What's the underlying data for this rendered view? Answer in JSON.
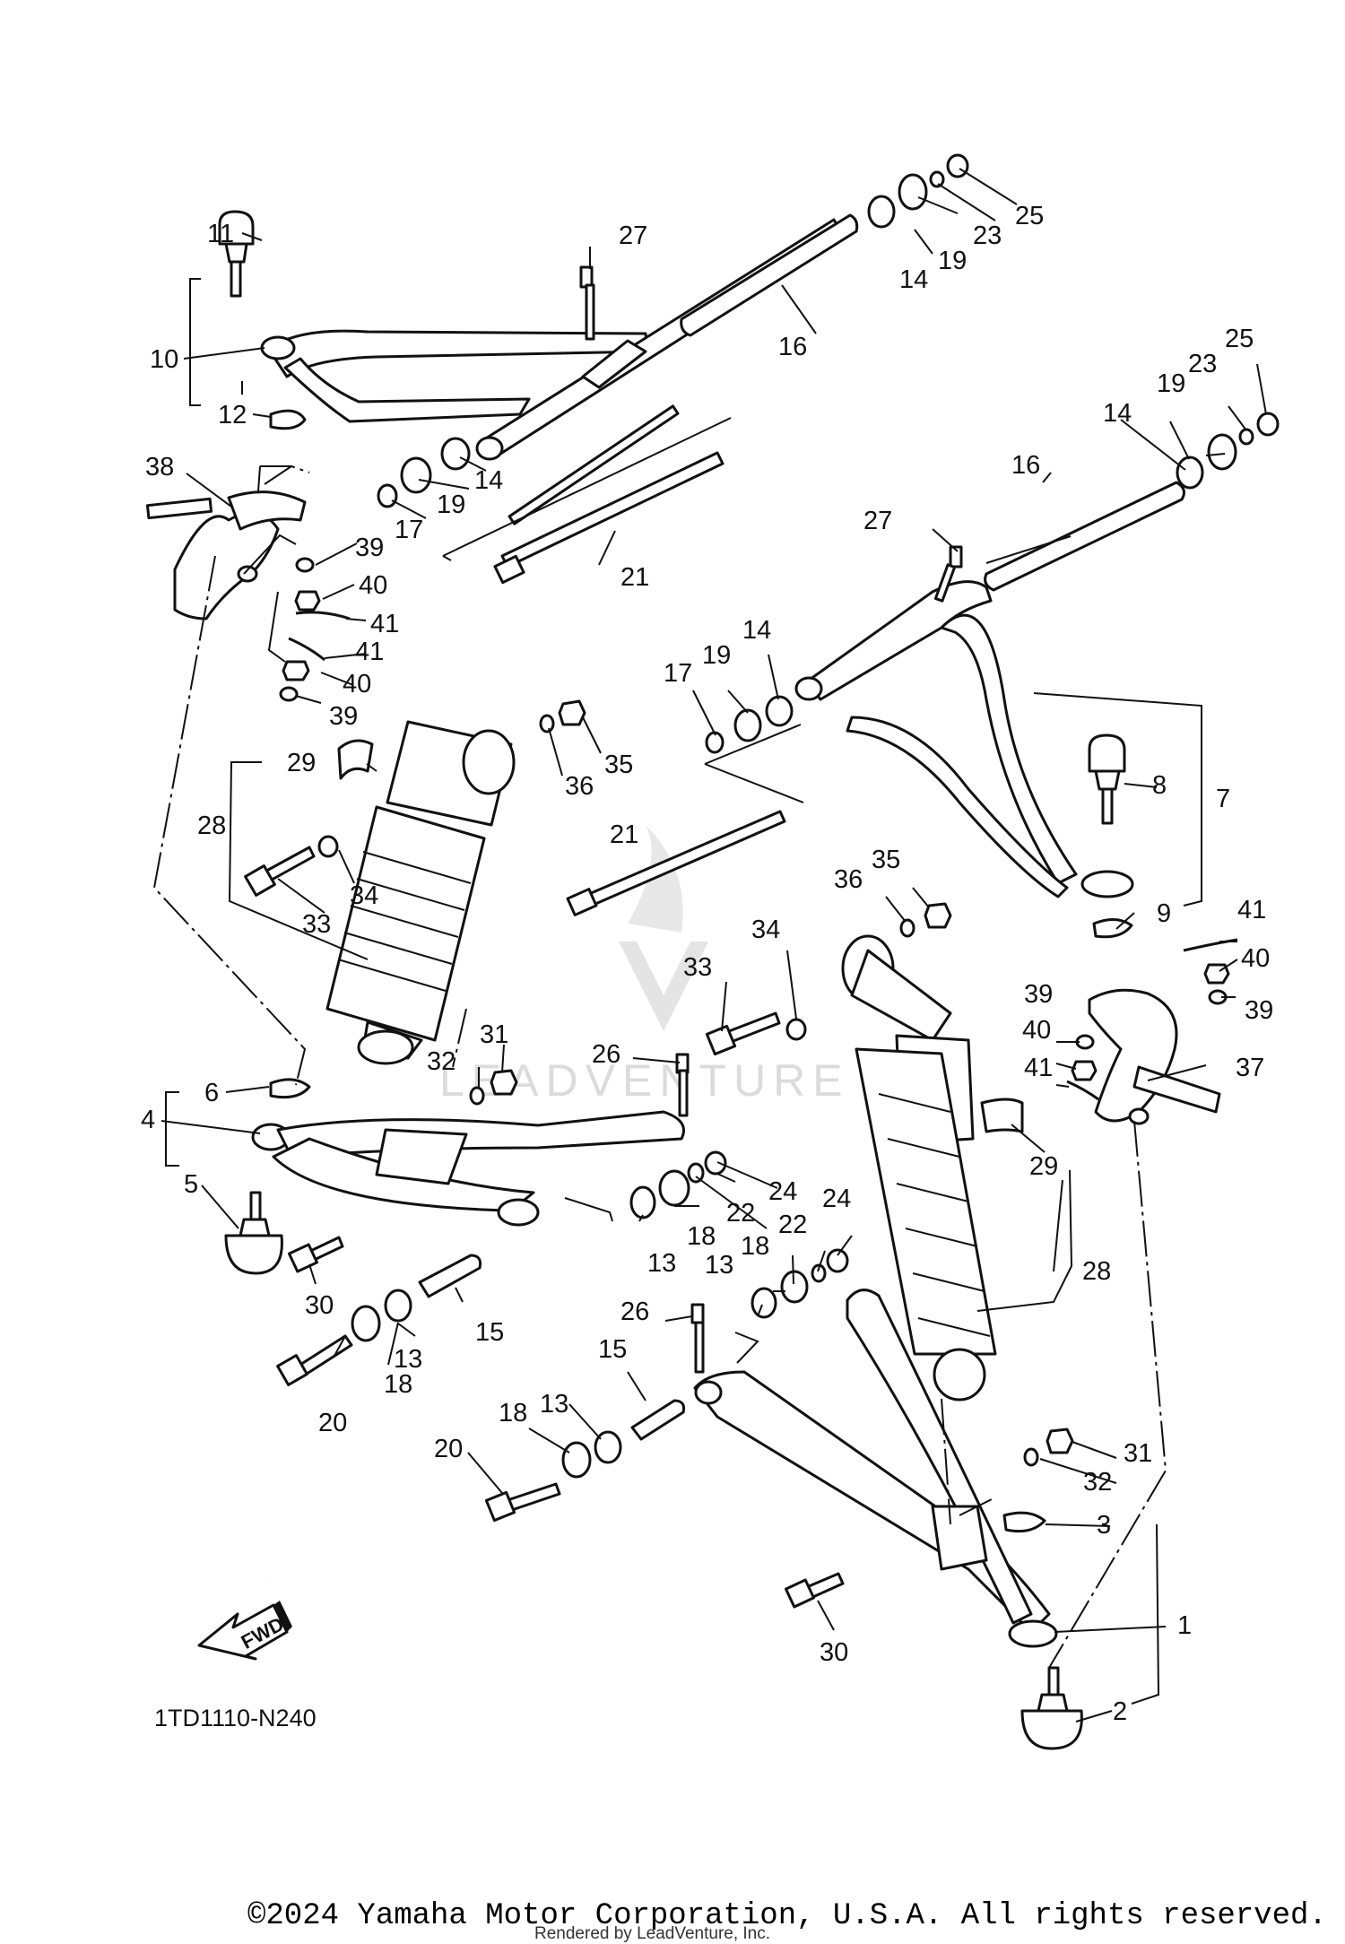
{
  "diagram": {
    "code": "1TD1110-N240",
    "fwd_label": "FWD",
    "watermark": "LEADVENTURE",
    "callouts": [
      {
        "id": "c1",
        "label": "1"
      },
      {
        "id": "c2",
        "label": "2"
      },
      {
        "id": "c3",
        "label": "3"
      },
      {
        "id": "c4",
        "label": "4"
      },
      {
        "id": "c5",
        "label": "5"
      },
      {
        "id": "c6",
        "label": "6"
      },
      {
        "id": "c7",
        "label": "7"
      },
      {
        "id": "c8",
        "label": "8"
      },
      {
        "id": "c9",
        "label": "9"
      },
      {
        "id": "c10",
        "label": "10"
      },
      {
        "id": "c11",
        "label": "11"
      },
      {
        "id": "c12",
        "label": "12"
      },
      {
        "id": "c13a",
        "label": "13"
      },
      {
        "id": "c13b",
        "label": "13"
      },
      {
        "id": "c13c",
        "label": "13"
      },
      {
        "id": "c13d",
        "label": "13"
      },
      {
        "id": "c14a",
        "label": "14"
      },
      {
        "id": "c14b",
        "label": "14"
      },
      {
        "id": "c14c",
        "label": "14"
      },
      {
        "id": "c14d",
        "label": "14"
      },
      {
        "id": "c15a",
        "label": "15"
      },
      {
        "id": "c15b",
        "label": "15"
      },
      {
        "id": "c16a",
        "label": "16"
      },
      {
        "id": "c16b",
        "label": "16"
      },
      {
        "id": "c17a",
        "label": "17"
      },
      {
        "id": "c17b",
        "label": "17"
      },
      {
        "id": "c18a",
        "label": "18"
      },
      {
        "id": "c18b",
        "label": "18"
      },
      {
        "id": "c18c",
        "label": "18"
      },
      {
        "id": "c18d",
        "label": "18"
      },
      {
        "id": "c19a",
        "label": "19"
      },
      {
        "id": "c19b",
        "label": "19"
      },
      {
        "id": "c19c",
        "label": "19"
      },
      {
        "id": "c19d",
        "label": "19"
      },
      {
        "id": "c20a",
        "label": "20"
      },
      {
        "id": "c20b",
        "label": "20"
      },
      {
        "id": "c21a",
        "label": "21"
      },
      {
        "id": "c21b",
        "label": "21"
      },
      {
        "id": "c22a",
        "label": "22"
      },
      {
        "id": "c22b",
        "label": "22"
      },
      {
        "id": "c23a",
        "label": "23"
      },
      {
        "id": "c23b",
        "label": "23"
      },
      {
        "id": "c24a",
        "label": "24"
      },
      {
        "id": "c24b",
        "label": "24"
      },
      {
        "id": "c25a",
        "label": "25"
      },
      {
        "id": "c25b",
        "label": "25"
      },
      {
        "id": "c26a",
        "label": "26"
      },
      {
        "id": "c26b",
        "label": "26"
      },
      {
        "id": "c27a",
        "label": "27"
      },
      {
        "id": "c27b",
        "label": "27"
      },
      {
        "id": "c28a",
        "label": "28"
      },
      {
        "id": "c28b",
        "label": "28"
      },
      {
        "id": "c29a",
        "label": "29"
      },
      {
        "id": "c29b",
        "label": "29"
      },
      {
        "id": "c30a",
        "label": "30"
      },
      {
        "id": "c30b",
        "label": "30"
      },
      {
        "id": "c31a",
        "label": "31"
      },
      {
        "id": "c31b",
        "label": "31"
      },
      {
        "id": "c32a",
        "label": "32"
      },
      {
        "id": "c32b",
        "label": "32"
      },
      {
        "id": "c33a",
        "label": "33"
      },
      {
        "id": "c33b",
        "label": "33"
      },
      {
        "id": "c34a",
        "label": "34"
      },
      {
        "id": "c34b",
        "label": "34"
      },
      {
        "id": "c35a",
        "label": "35"
      },
      {
        "id": "c35b",
        "label": "35"
      },
      {
        "id": "c36a",
        "label": "36"
      },
      {
        "id": "c36b",
        "label": "36"
      },
      {
        "id": "c37",
        "label": "37"
      },
      {
        "id": "c38",
        "label": "38"
      },
      {
        "id": "c39a",
        "label": "39"
      },
      {
        "id": "c39b",
        "label": "39"
      },
      {
        "id": "c39c",
        "label": "39"
      },
      {
        "id": "c39d",
        "label": "39"
      },
      {
        "id": "c40a",
        "label": "40"
      },
      {
        "id": "c40b",
        "label": "40"
      },
      {
        "id": "c40c",
        "label": "40"
      },
      {
        "id": "c40d",
        "label": "40"
      },
      {
        "id": "c41a",
        "label": "41"
      },
      {
        "id": "c41b",
        "label": "41"
      },
      {
        "id": "c41c",
        "label": "41"
      },
      {
        "id": "c41d",
        "label": "41"
      }
    ]
  },
  "footer": {
    "copyright": "©2024 Yamaha Motor Corporation, U.S.A. All rights reserved.",
    "rendered_by": "Rendered by LeadVenture, Inc."
  }
}
